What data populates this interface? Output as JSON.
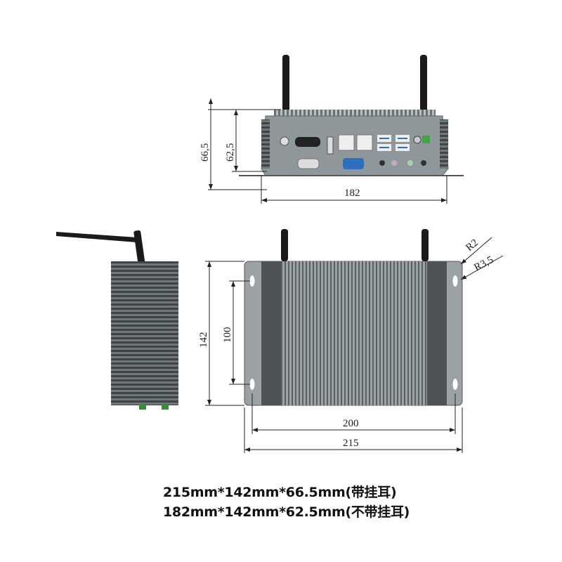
{
  "dimensions": {
    "front_height_with_ears": "66,5",
    "front_height_without_ears": "62,5",
    "front_width": "182",
    "top_depth": "142",
    "mount_hole_spacing": "100",
    "body_width": "200",
    "total_width_with_ears": "215",
    "corner_radius": "R2",
    "hole_radius": "R3,5"
  },
  "captions": [
    "215mm*142mm*66.5mm(带挂耳)",
    "182mm*142mm*62.5mm(不带挂耳)"
  ],
  "colors": {
    "chassis": "#8e979a",
    "fins": "#5f6669",
    "usb": "#2f6fc0",
    "vga": "#2f6fc0",
    "power_connector": "#3aa83a"
  }
}
